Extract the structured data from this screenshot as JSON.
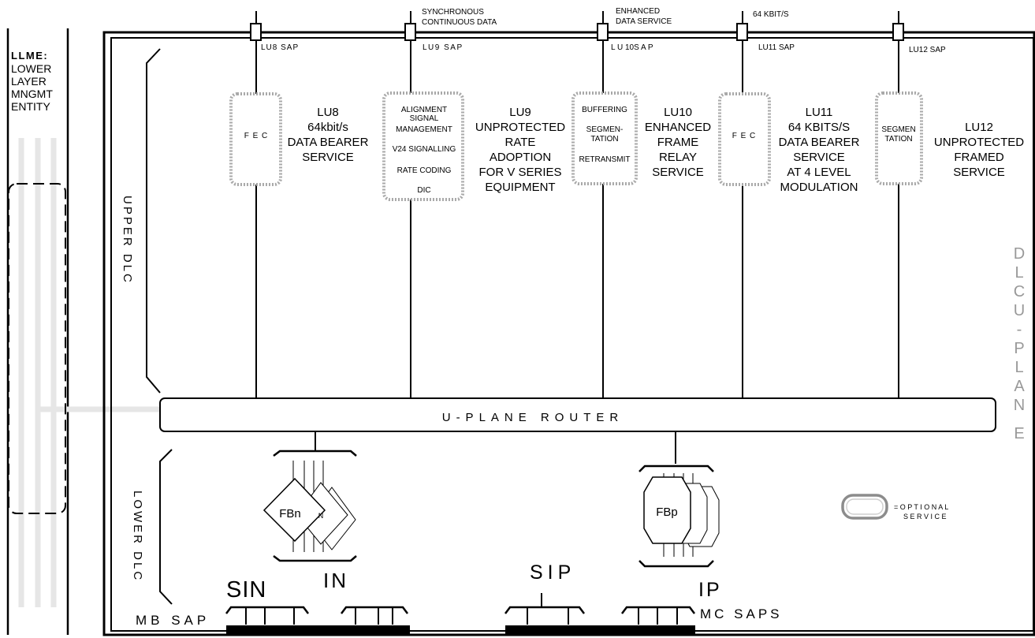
{
  "llme": {
    "line1": "LLME:",
    "line2": "LOWER",
    "line3": "LAYER",
    "line4": "MNGMT",
    "line5": "ENTITY"
  },
  "upper_dlc": "UPPER DLC",
  "lower_dlc": "LOWER DLC",
  "dlc_uplane": [
    "D",
    "L",
    "C",
    "U",
    "-",
    "P",
    "L",
    "A",
    "N",
    "E"
  ],
  "router_label": "U-PLANE ROUTER",
  "top_notes": {
    "lu9_line1": "SYNCHRONOUS",
    "lu9_line2": "CONTINUOUS DATA",
    "lu10_line1": "ENHANCED",
    "lu10_line2": "DATA SERVICE",
    "lu11": "64 KBIT/S"
  },
  "saps": {
    "lu8": "LU8 SAP",
    "lu9": "LU9 SAP",
    "lu10": "L U 10S A P",
    "lu11": "LU11 SAP",
    "lu12": "LU12 SAP"
  },
  "services": [
    {
      "id": "lu8",
      "box": [
        "F E C"
      ],
      "desc": [
        "LU8",
        "64kbit/s",
        "DATA BEARER",
        "SERVICE"
      ]
    },
    {
      "id": "lu9",
      "box": [
        "ALIGNMENT",
        "SIGNAL",
        "MANAGEMENT",
        "V24 SIGNALLING",
        "RATE CODING",
        "DIC"
      ],
      "desc": [
        "LU9",
        "UNPROTECTED",
        "RATE",
        "ADOPTION",
        "FOR V SERIES",
        "EQUIPMENT"
      ]
    },
    {
      "id": "lu10",
      "box": [
        "BUFFERING",
        "SEGMEN-",
        "TATION",
        "RETRANSMIT"
      ],
      "desc": [
        "LU10",
        "ENHANCED",
        "FRAME",
        "RELAY",
        "SERVICE"
      ]
    },
    {
      "id": "lu11",
      "box": [
        "F E C"
      ],
      "desc": [
        "LU11",
        "64 KBITS/S",
        "DATA BEARER",
        "SERVICE",
        "AT 4 LEVEL",
        "MODULATION"
      ]
    },
    {
      "id": "lu12",
      "box": [
        "SEGMEN",
        "TATION"
      ],
      "desc": [
        "LU12",
        "UNPROTECTED",
        "FRAMED",
        "SERVICE"
      ]
    }
  ],
  "lower": {
    "fbn": "FBn",
    "n_small": "N",
    "fbp": "FBp",
    "sin": "SIN",
    "in_label": "IN",
    "sip": "SIP",
    "ip_label": "IP",
    "mb_sap": "MB SAP",
    "mc_saps": "MC SAPS"
  },
  "legend": {
    "line1": "= O P T I O N A L",
    "line2": "S E R V I C E"
  }
}
